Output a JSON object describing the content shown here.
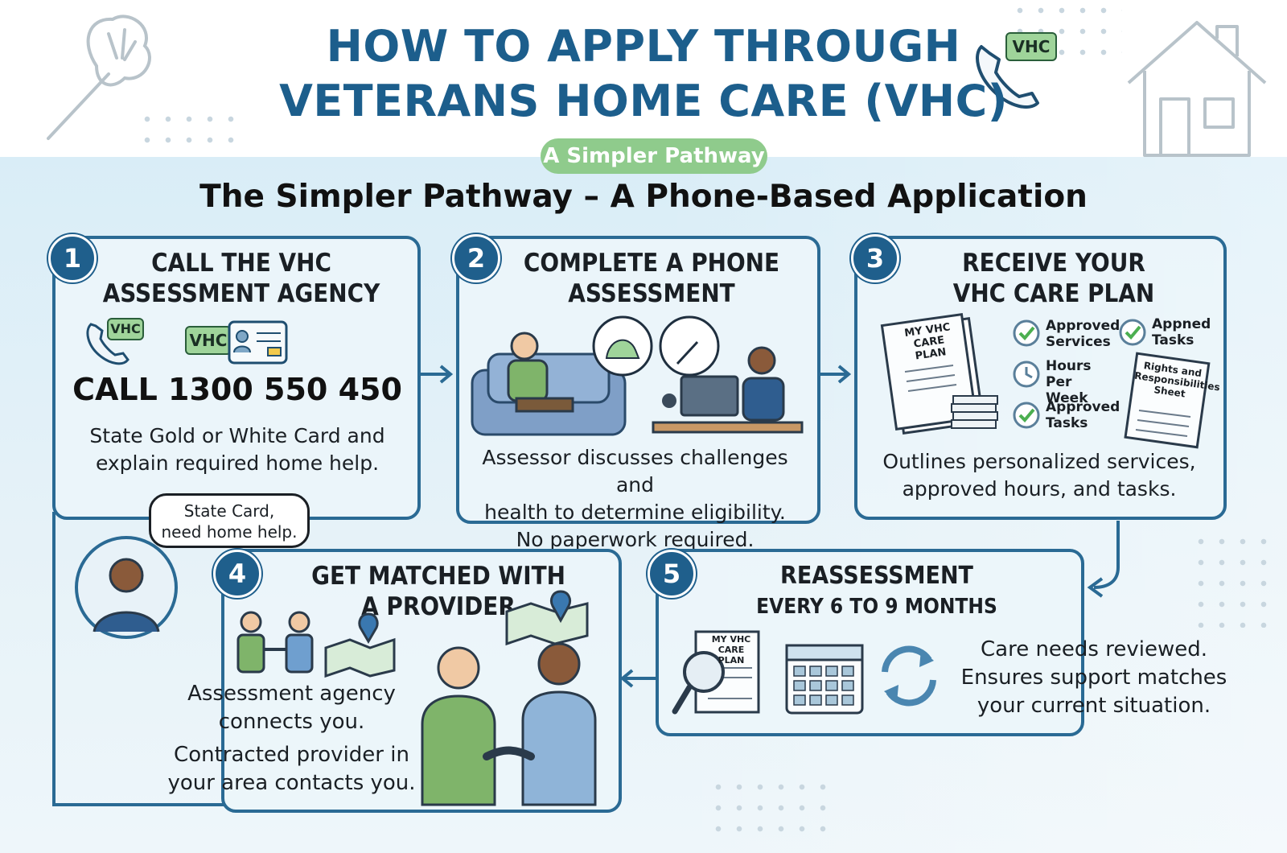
{
  "header": {
    "title_line1": "HOW TO APPLY THROUGH",
    "title_line2": "VETERANS HOME CARE (VHC)",
    "pill": "A Simpler Pathway",
    "badge": "VHC"
  },
  "subtitle": "The Simpler Pathway – A Phone-Based Application",
  "steps": [
    {
      "number": "1",
      "title_line1": "CALL THE VHC",
      "title_line2": "ASSESSMENT AGENCY",
      "call": "CALL 1300 550 450",
      "text_line1": "State Gold or White Card and",
      "text_line2": "explain required home help.",
      "tag1": "VHC",
      "tag2": "VHC"
    },
    {
      "number": "2",
      "title_line1": "COMPLETE A PHONE",
      "title_line2": "ASSESSMENT",
      "text_line1": "Assessor discusses challenges and",
      "text_line2": "health to determine eligibility.",
      "text_line3": "No paperwork required."
    },
    {
      "number": "3",
      "title_line1": "RECEIVE YOUR",
      "title_line2": "VHC CARE PLAN",
      "doc_label": "MY VHC CARE PLAN",
      "item1": "Approved Services",
      "item2": "Hours Per Week",
      "item3": "Approved Tasks",
      "item4": "Appned Tasks",
      "rights": "Rights and Responsibilities Sheet",
      "text_line1": "Outlines personalized services,",
      "text_line2": "approved hours, and tasks."
    },
    {
      "number": "4",
      "title_line1": "GET MATCHED WITH",
      "title_line2": "A PROVIDER",
      "text_line1": "Assessment agency",
      "text_line2": "connects you.",
      "text_line3": "Contracted provider in",
      "text_line4": "your area contacts you."
    },
    {
      "number": "5",
      "title_line1": "REASSESSMENT",
      "title_line2": "EVERY 6 TO 9 MONTHS",
      "doc_label": "MY VHC CARE PLAN",
      "text_line1": "Care needs reviewed.",
      "text_line2": "Ensures support matches",
      "text_line3": "your current situation."
    }
  ],
  "speech_bubble": {
    "line1": "State Card,",
    "line2": "need home help."
  },
  "colors": {
    "primary": "#1f5f8c",
    "title": "#1c5e8c",
    "accent_green": "#8fcb8c",
    "background": "#d9edf7"
  }
}
